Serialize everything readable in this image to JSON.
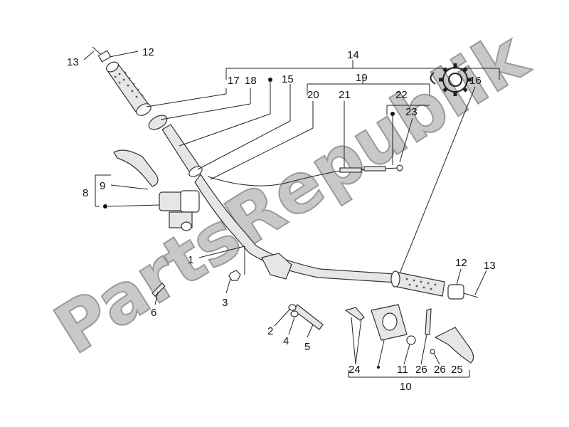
{
  "watermark": {
    "text": "PartsRepublik"
  },
  "colors": {
    "line": "#222222",
    "watermark_fill": "#c8c8c8",
    "watermark_stroke": "#9a9a9a"
  },
  "icons": {
    "logo": "gear-icon"
  },
  "callouts": {
    "c1": "1",
    "c2": "2",
    "c3": "3",
    "c4": "4",
    "c5": "5",
    "c6": "6",
    "c8": "8",
    "c9": "9",
    "c10": "10",
    "c11": "11",
    "c12_top": "12",
    "c12_right": "12",
    "c13_top": "13",
    "c13_right": "13",
    "c14": "14",
    "c15": "15",
    "c16": "16",
    "c17": "17",
    "c18": "18",
    "c19": "19",
    "c20": "20",
    "c21": "21",
    "c22": "22",
    "c23": "23",
    "c24": "24",
    "c25": "25",
    "c26_a": "26",
    "c26_b": "26"
  }
}
